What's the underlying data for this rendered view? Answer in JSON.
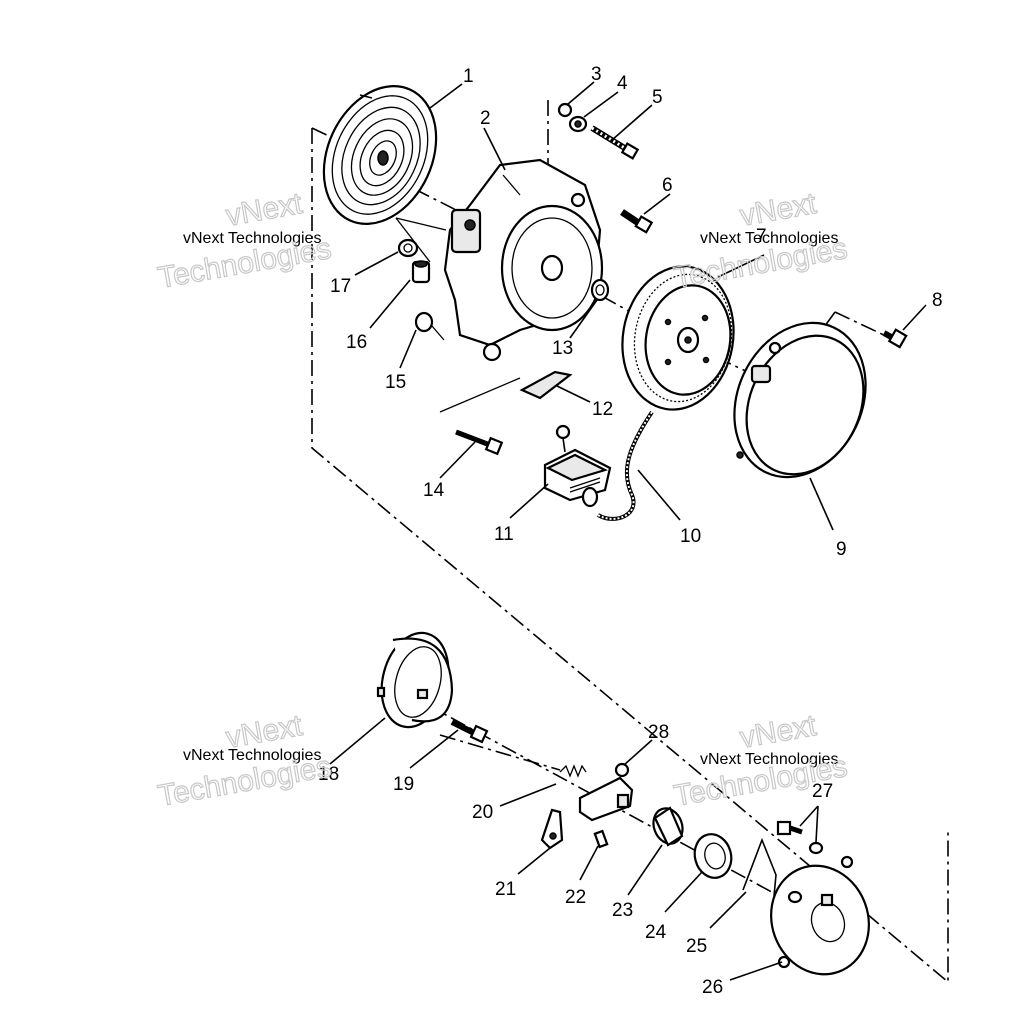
{
  "diagram": {
    "part_numbers": [
      "1",
      "2",
      "3",
      "4",
      "5",
      "6",
      "7",
      "8",
      "9",
      "10",
      "11",
      "12",
      "13",
      "14",
      "15",
      "16",
      "17",
      "18",
      "19",
      "20",
      "21",
      "22",
      "23",
      "24",
      "25",
      "26",
      "27",
      "28"
    ],
    "watermark": {
      "line1": "vNext",
      "line2": "vNext Technologies",
      "line3": "Technologies"
    }
  }
}
